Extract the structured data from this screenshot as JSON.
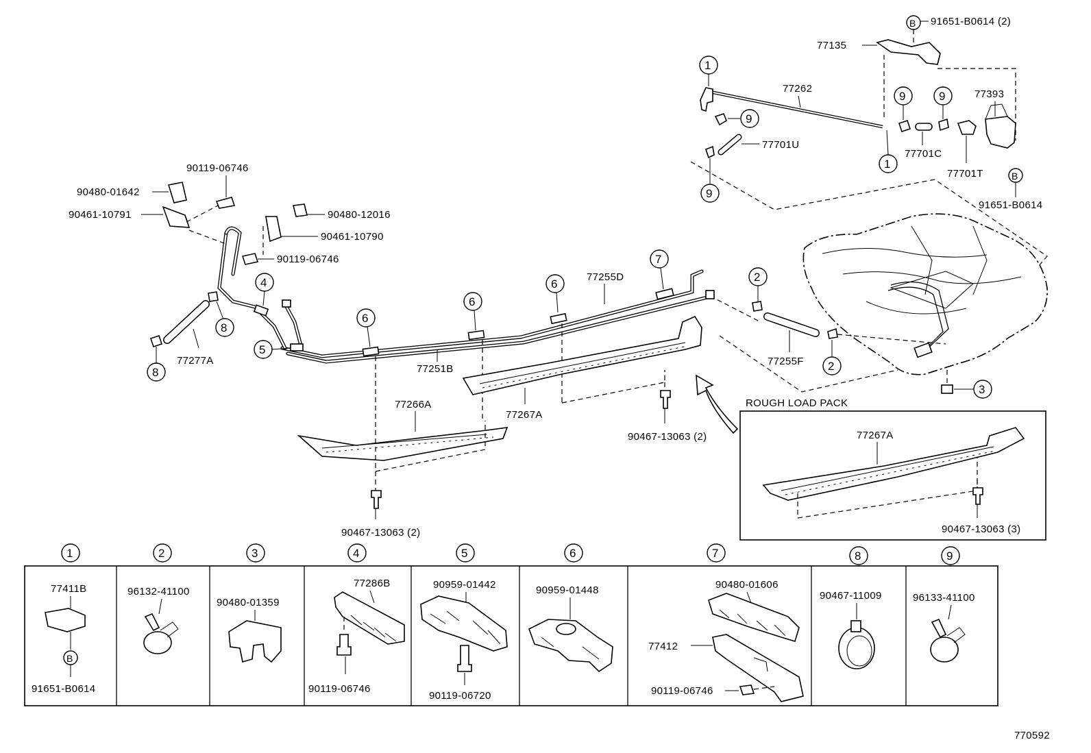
{
  "drawing_number": "770592",
  "rough_load_pack": {
    "title": "ROUGH LOAD PACK",
    "part": "77267A",
    "bolt": "90467-13063 (3)"
  },
  "labels": {
    "p91651_b0614_2": "91651-B0614 (2)",
    "p77135": "77135",
    "p77262": "77262",
    "p77393": "77393",
    "p77701u": "77701U",
    "p77701c": "77701C",
    "p77701t": "77701T",
    "p91651_b0614": "91651-B0614",
    "p90119_06746_a": "90119-06746",
    "p90480_01642": "90480-01642",
    "p90461_10791": "90461-10791",
    "p90480_12016": "90480-12016",
    "p90461_10790": "90461-10790",
    "p90119_06746_b": "90119-06746",
    "p77255d": "77255D",
    "p77251b": "77251B",
    "p77277a": "77277A",
    "p77255f": "77255F",
    "p77266a": "77266A",
    "p77267a": "77267A",
    "p90467_13063_a": "90467-13063 (2)",
    "p90467_13063_b": "90467-13063 (2)",
    "b_marker": "B"
  },
  "callouts": [
    "1",
    "2",
    "3",
    "4",
    "5",
    "6",
    "7",
    "8",
    "9"
  ],
  "legend": [
    {
      "key": "1",
      "parts": [
        "77411B",
        "91651-B0614"
      ]
    },
    {
      "key": "2",
      "parts": [
        "96132-41100"
      ]
    },
    {
      "key": "3",
      "parts": [
        "90480-01359"
      ]
    },
    {
      "key": "4",
      "parts": [
        "77286B",
        "90119-06746"
      ]
    },
    {
      "key": "5",
      "parts": [
        "90959-01442",
        "90119-06720"
      ]
    },
    {
      "key": "6",
      "parts": [
        "90959-01448"
      ]
    },
    {
      "key": "7",
      "parts": [
        "90480-01606",
        "77412",
        "90119-06746"
      ]
    },
    {
      "key": "8",
      "parts": [
        "90467-11009"
      ]
    },
    {
      "key": "9",
      "parts": [
        "96133-41100"
      ]
    }
  ]
}
